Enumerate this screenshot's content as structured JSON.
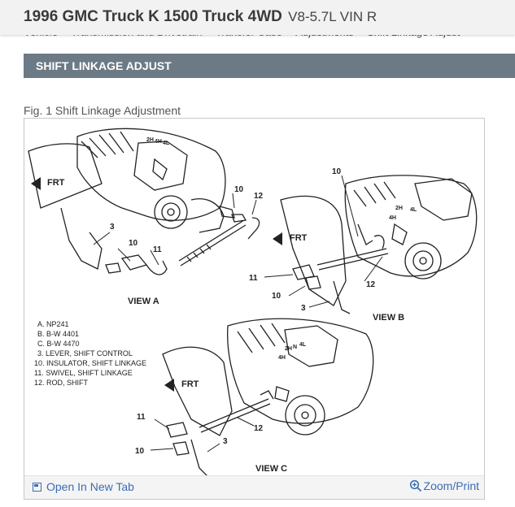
{
  "header": {
    "title": "1996 GMC Truck K 1500 Truck 4WD",
    "subtitle": "V8-5.7L VIN R"
  },
  "breadcrumb": [
    "Vehicle",
    "Transmission and Drivetrain",
    "Transfer Case",
    "Adjustments",
    "Shift Linkage Adjust"
  ],
  "section": {
    "title": "SHIFT LINKAGE ADJUST"
  },
  "figure": {
    "caption": "Fig. 1 Shift Linkage Adjustment",
    "labels": {
      "frt": "FRT",
      "view_a": "VIEW A",
      "view_b": "VIEW B",
      "view_c": "VIEW C",
      "n2h": "2H",
      "n4h": "4H",
      "n4l": "4L",
      "nn": "N",
      "c3": "3",
      "c10": "10",
      "c11": "11",
      "c12": "12"
    },
    "legend": [
      "A.  NP241",
      "B.  B-W 4401",
      "C.  B-W 4470",
      "3.  LEVER, SHIFT CONTROL",
      "10.  INSULATOR, SHIFT LINKAGE",
      "11.  SWIVEL, SHIFT LINKAGE",
      "12.  ROD, SHIFT"
    ]
  },
  "footer": {
    "open_tab": "Open In New Tab",
    "zoom": "Zoom/Print"
  },
  "colors": {
    "link": "#3b6db3",
    "section_bg": "#6c7a85",
    "title": "#3a3a3a"
  }
}
